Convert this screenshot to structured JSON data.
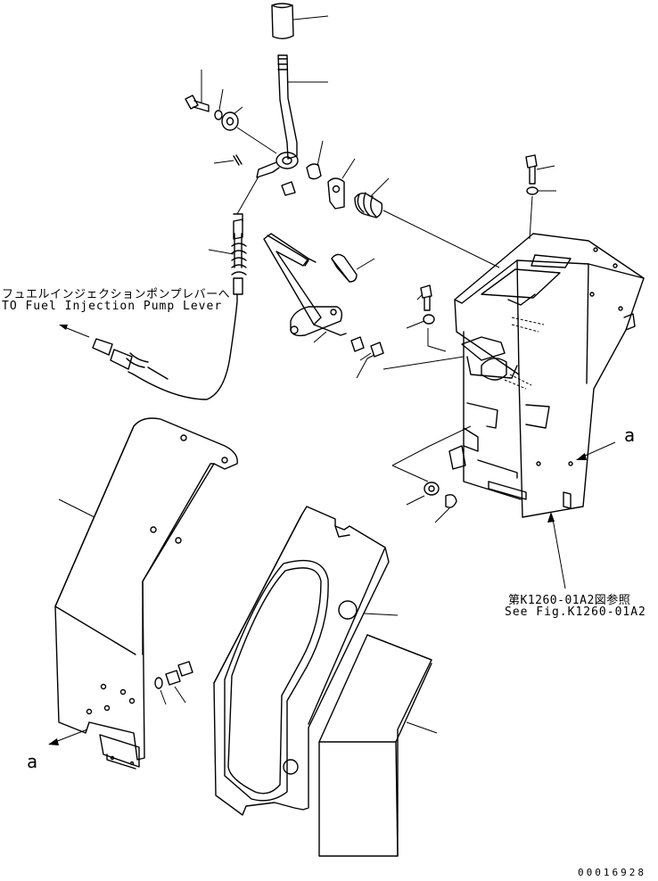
{
  "callouts": {
    "pump_lever_jp": "フュエルインジェクションポンプレバーへ",
    "pump_lever_en": "TO Fuel Injection Pump Lever",
    "see_fig_jp": "第K1260-01A2図参照",
    "see_fig_en": "See Fig.K1260-01A2",
    "view_a_right": "a",
    "view_a_left": "a"
  },
  "drawing_number": "00016928"
}
